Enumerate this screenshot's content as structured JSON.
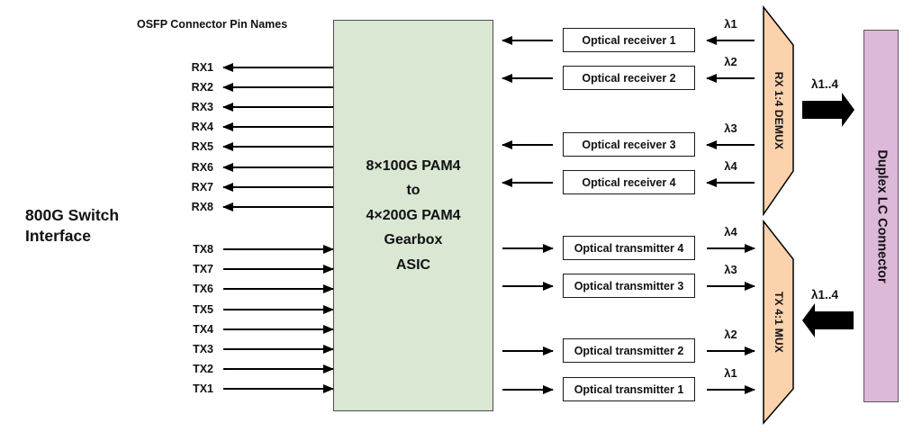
{
  "header": {
    "pin_names_title": "OSFP Connector Pin Names",
    "switch_interface_label": "800G Switch\nInterface"
  },
  "asic": {
    "label": "8×100G PAM4\nto\n4×200G PAM4\nGearbox\nASIC"
  },
  "pins": {
    "rx": [
      "RX1",
      "RX2",
      "RX3",
      "RX4",
      "RX5",
      "RX6",
      "RX7",
      "RX8"
    ],
    "tx": [
      "TX8",
      "TX7",
      "TX6",
      "TX5",
      "TX4",
      "TX3",
      "TX2",
      "TX1"
    ]
  },
  "receivers": [
    {
      "label": "Optical receiver 1",
      "lambda": "λ1"
    },
    {
      "label": "Optical receiver 2",
      "lambda": "λ2"
    },
    {
      "label": "Optical receiver 3",
      "lambda": "λ3"
    },
    {
      "label": "Optical receiver 4",
      "lambda": "λ4"
    }
  ],
  "transmitters": [
    {
      "label": "Optical transmitter 4",
      "lambda": "λ4"
    },
    {
      "label": "Optical transmitter 3",
      "lambda": "λ3"
    },
    {
      "label": "Optical transmitter 2",
      "lambda": "λ2"
    },
    {
      "label": "Optical transmitter 1",
      "lambda": "λ1"
    }
  ],
  "demux": {
    "label": "RX 1:4 DEMUX",
    "bus_label": "λ1..4"
  },
  "mux": {
    "label": "TX 4:1 MUX",
    "bus_label": "λ1..4"
  },
  "connector": {
    "label": "Duplex LC Connector"
  },
  "colors": {
    "asic_fill": "#d9e7d3",
    "asic_border": "#4d4d4d",
    "optics_fill": "#ffffff",
    "optics_border": "#1a1a1a",
    "mux_fill": "#fcd2ad",
    "mux_border": "#000000",
    "connector_fill": "#dcb8d9",
    "connector_border": "#595959",
    "line_color": "#000000",
    "text_color": "#111111"
  }
}
